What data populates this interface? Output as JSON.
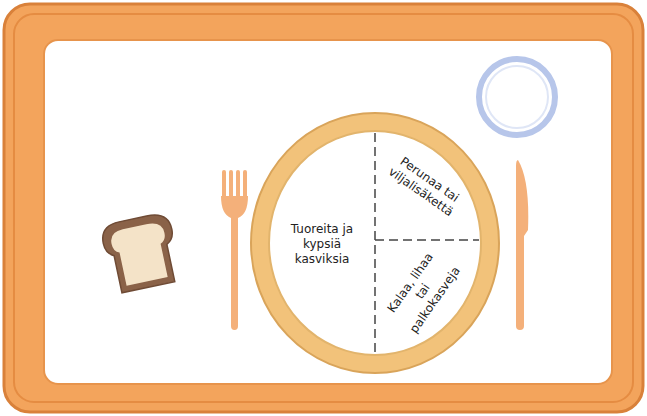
{
  "diagram": {
    "nodes": [
      {
        "text": [
          "Tuoreita ja kypsiä kasviksia"
        ]
      },
      {
        "text": [
          "Perunaa tai viljalisäkettä"
        ]
      },
      {
        "text": [
          "Kalaa, lihaa tai palkokasveja"
        ]
      }
    ]
  }
}
